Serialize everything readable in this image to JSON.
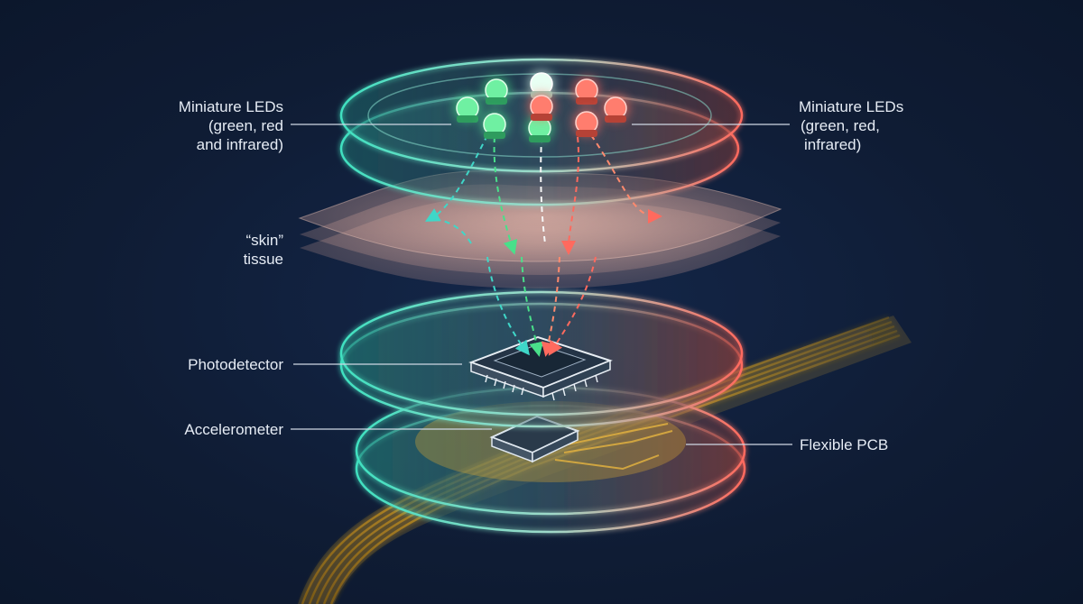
{
  "labels": {
    "leds_left": [
      "Miniature LEDs",
      "(green, red",
      "and infrared)"
    ],
    "leds_right": [
      "Miniature LEDs",
      "(green, red,",
      "infrared)"
    ],
    "skin": [
      "“skin”",
      "tissue"
    ],
    "photodetector": "Photodetector",
    "accelerometer": "Accelerometer",
    "pcb": "Flexible PCB"
  },
  "colors": {
    "background": "#0f1c34",
    "green": "#49e08a",
    "teal": "#3fd7c8",
    "red": "#ff6a5e",
    "skin": "#f2b8a6",
    "trace": "#d9a531",
    "label_text": "#e6ecf5"
  }
}
